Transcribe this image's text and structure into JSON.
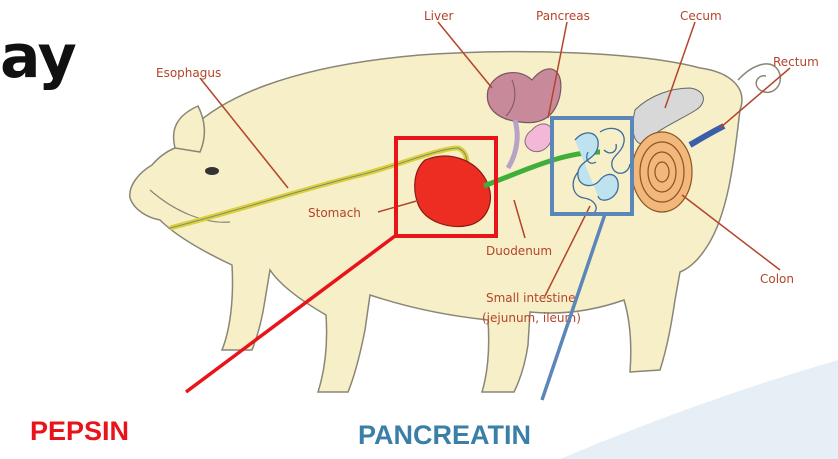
{
  "title_fragment": "ay",
  "labels": {
    "liver": "Liver",
    "pancreas": "Pancreas",
    "cecum": "Cecum",
    "rectum": "Rectum",
    "esophagus": "Esophagus",
    "stomach": "Stomach",
    "duodenum": "Duodenum",
    "colon": "Colon",
    "small_intestine_1": "Small intestine",
    "small_intestine_2": "(jejunum, ileum)"
  },
  "callouts": {
    "pepsin": "PEPSIN",
    "pancreatin": "PANCREATIN"
  },
  "colors": {
    "stomach_highlight": "#e8141a",
    "intestine_highlight": "#5b86b8",
    "label_text": "#b4442a",
    "body_fill": "#f6efc8"
  }
}
